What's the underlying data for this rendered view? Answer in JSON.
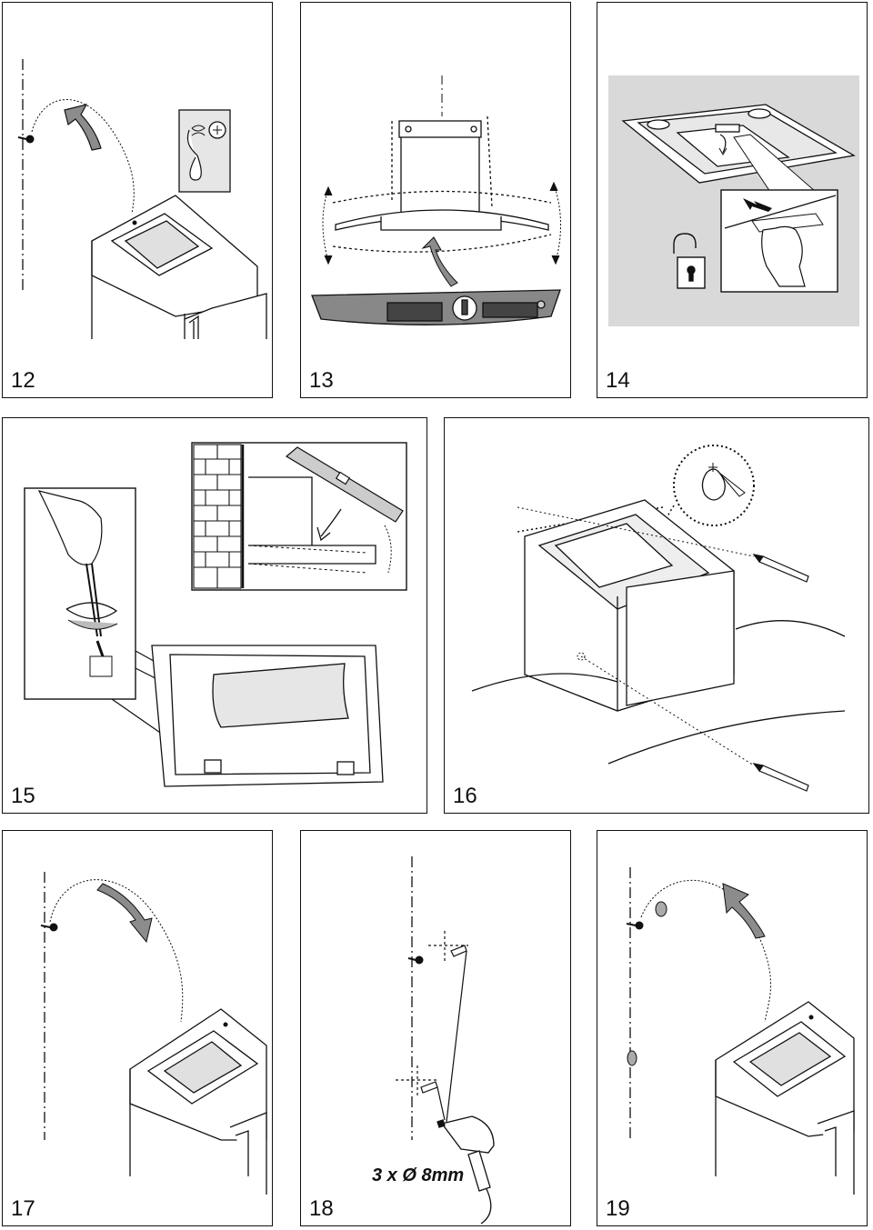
{
  "steps": [
    {
      "number": "12"
    },
    {
      "number": "13"
    },
    {
      "number": "14"
    },
    {
      "number": "15"
    },
    {
      "number": "16"
    },
    {
      "number": "17"
    },
    {
      "number": "18",
      "caption": "3 x Ø 8mm"
    },
    {
      "number": "19"
    }
  ],
  "colors": {
    "line": "#111111",
    "panel_bg": "#ffffff",
    "scene_gray": "#d9d9d9",
    "arrow_gray": "#8c8c8c"
  },
  "icons": [
    "screw-icon",
    "curved-arrow-icon",
    "padlock-open-icon",
    "spirit-level-icon",
    "pencil-icon",
    "drill-icon",
    "hand-icon",
    "wall-plug-icon"
  ]
}
